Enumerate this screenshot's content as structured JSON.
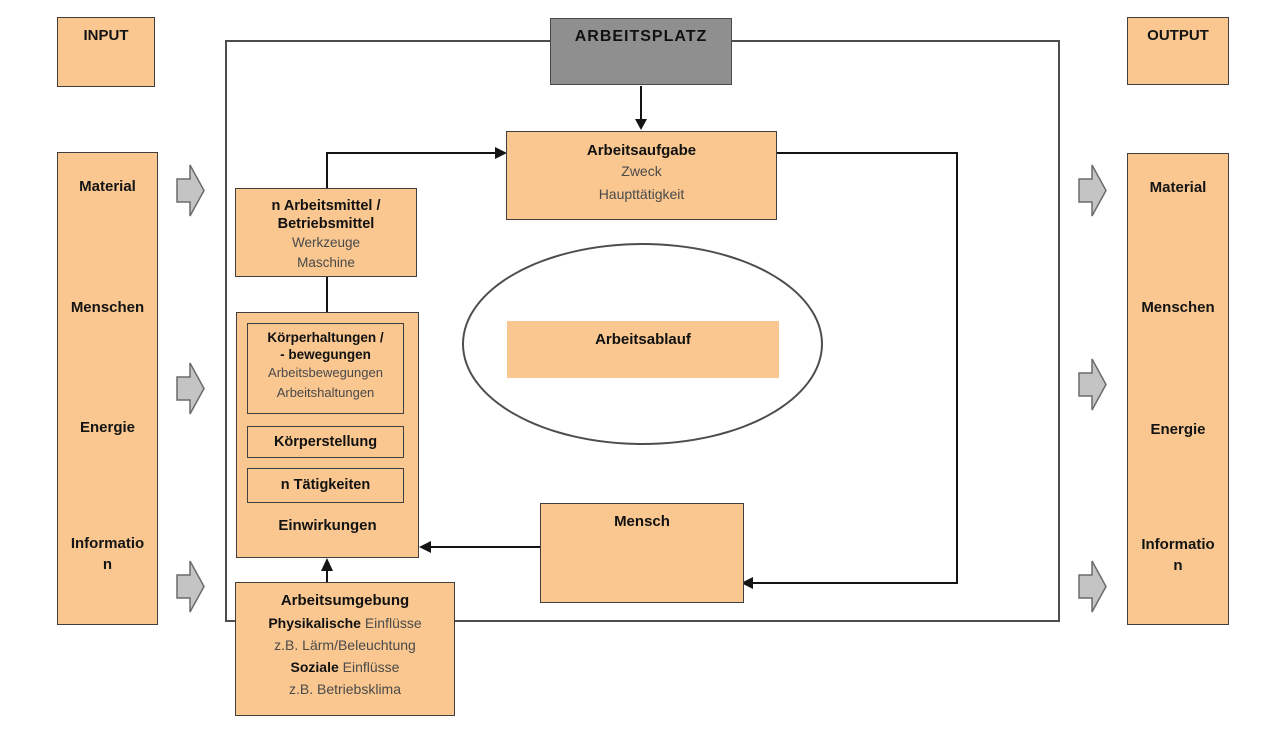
{
  "colors": {
    "node_fill": "#F9C78F",
    "node_border": "#3F3F3F",
    "workplace_fill": "#8F8F8F",
    "frame_border": "#4D4D4D",
    "connector": "#141414",
    "flow_arrow_fill": "#C4C4C4",
    "flow_arrow_stroke": "#6B6B6B"
  },
  "input_box": {
    "label": "INPUT"
  },
  "output_box": {
    "label": "OUTPUT"
  },
  "workplace": {
    "label": "ARBEITSPLATZ"
  },
  "left_column": {
    "items": [
      [
        "Material"
      ],
      [
        "Menschen"
      ],
      [
        "Energie"
      ],
      [
        "Informatio",
        "n"
      ]
    ]
  },
  "right_column": {
    "items": [
      [
        "Material"
      ],
      [
        "Menschen"
      ],
      [
        "Energie"
      ],
      [
        "Informatio",
        "n"
      ]
    ]
  },
  "arbeitsaufgabe": {
    "title": "Arbeitsaufgabe",
    "lines": [
      "Zweck",
      "Haupttätigkeit"
    ]
  },
  "arbeitsmittel": {
    "title_lines": [
      "n Arbeitsmittel /",
      "Betriebsmittel"
    ],
    "lines": [
      "Werkzeuge",
      "Maschine"
    ]
  },
  "einwirkungen_group": {
    "koerperhaltungen": {
      "title_lines": [
        "Körperhaltungen /",
        "- bewegungen"
      ],
      "lines": [
        "Arbeitsbewegungen",
        "Arbeitshaltungen"
      ]
    },
    "koerperstellung": {
      "title": "Körperstellung"
    },
    "taetigkeiten": {
      "title": "n Tätigkeiten"
    },
    "label": "Einwirkungen"
  },
  "arbeitsumgebung": {
    "title": "Arbeitsumgebung",
    "physikalische_bold": "Physikalische",
    "physikalische_rest": " Einflüsse",
    "physikalische_example": "z.B. Lärm/Beleuchtung",
    "soziale_bold": "Soziale",
    "soziale_rest": " Einflüsse",
    "soziale_example": "z.B. Betriebsklima"
  },
  "arbeitsablauf": {
    "label": "Arbeitsablauf"
  },
  "mensch": {
    "label": "Mensch"
  }
}
